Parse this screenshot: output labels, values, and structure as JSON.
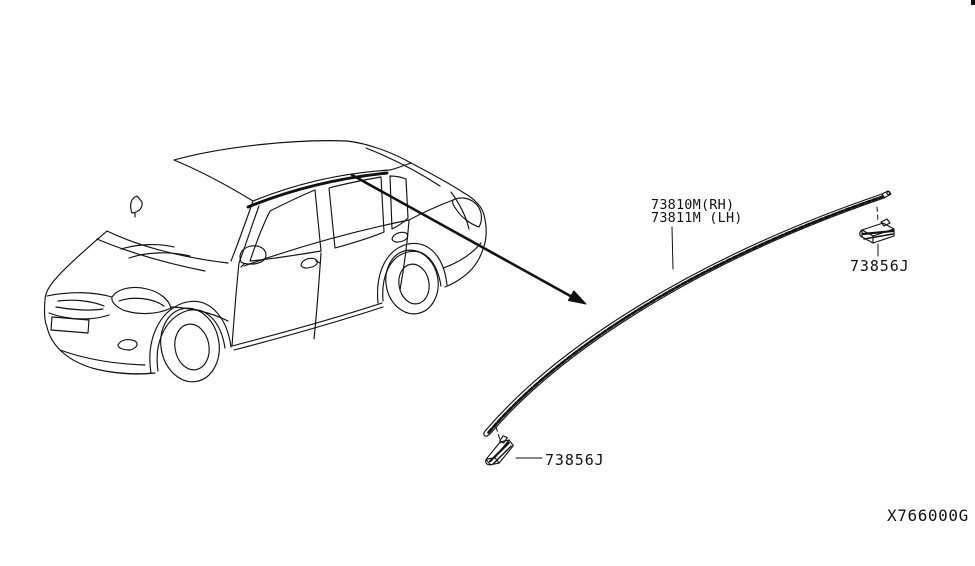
{
  "diagram": {
    "code": "X766000G",
    "labels": {
      "molding_rh": "73810M(RH)",
      "molding_lh": "73811M (LH)",
      "clip_rear": "73856J",
      "clip_front": "73856J"
    },
    "colors": {
      "line": "#111111",
      "background": "#ffffff"
    }
  }
}
